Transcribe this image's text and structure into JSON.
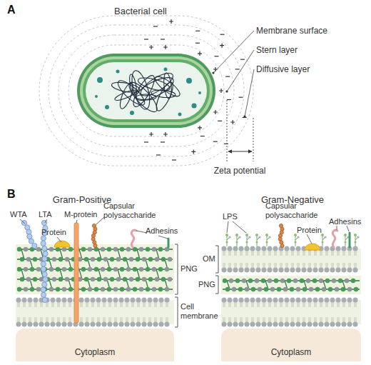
{
  "diagram": {
    "nodes": [
      {
        "text": [
          "Cytoplasm"
        ]
      },
      {
        "text": [
          "Cytoplasm"
        ]
      }
    ],
    "labels": [
      "A",
      "Bacterial cell",
      "Membrane surface",
      "Stern layer",
      "Diffusive layer",
      "Zeta potential",
      "B",
      "Gram-Positive",
      "WTA",
      "LTA",
      "Protein",
      "M-protein",
      "Capsular polysaccharide",
      "Adhesins",
      "PNG",
      "Cell membrane",
      "Gram-Negative",
      "LPS",
      "Capsular polysaccharide",
      "Protein",
      "Adhesins",
      "OM",
      "PNG"
    ]
  }
}
